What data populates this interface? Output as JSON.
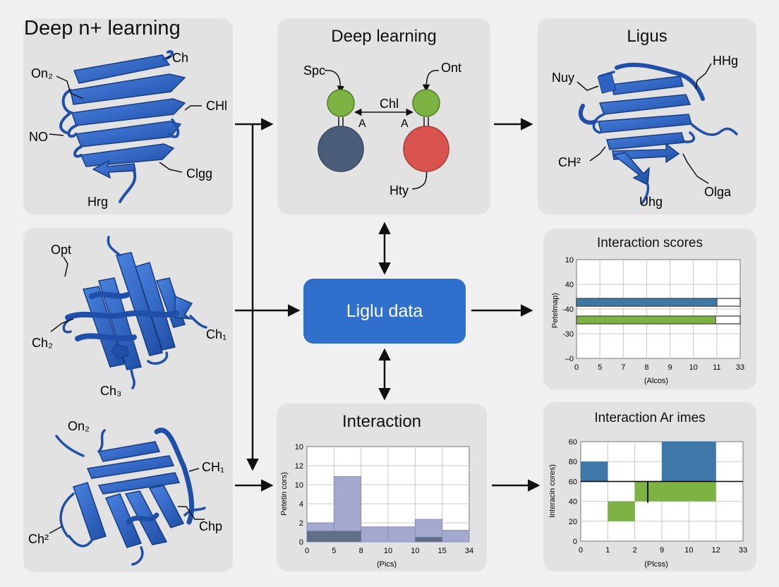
{
  "left_column": {
    "title": "Deep n+ learning",
    "protein1": {
      "labels": [
        "Ch",
        "On₂",
        "CHl",
        "NO",
        "Clgg",
        "Hrg"
      ]
    },
    "protein2": {
      "labels": [
        "Opt",
        "Ch₂",
        "Ch₁",
        "Ch₃"
      ]
    },
    "protein3": {
      "labels": [
        "On₂",
        "CH₁",
        "Chp",
        "Ch²"
      ]
    }
  },
  "deep_learning_panel": {
    "title": "Deep learning",
    "labels": {
      "top_left": "Spc",
      "top_right": "Ont",
      "middle": "Chl",
      "a_left": "A",
      "a_right": "A",
      "bottom": "Hty"
    },
    "colors": {
      "node_green": "#7cb342",
      "node_navy": "#4a5e7a",
      "node_red": "#d9534f"
    }
  },
  "ligus_panel": {
    "title": "Ligus",
    "labels": [
      "Nuy",
      "HHg",
      "CH²",
      "Uhg",
      "Olga"
    ]
  },
  "center": {
    "label": "Liglu data",
    "color": "#2f70cc"
  },
  "interaction_scores": {
    "chart_data": {
      "type": "bar",
      "title": "Interaction scores",
      "ylabel": "Petelmap)",
      "xlabel": "(Alcos)",
      "x_ticks": [
        "0",
        "5",
        "7",
        "8",
        "9",
        "10",
        "11",
        "33"
      ],
      "y_ticks": [
        "10",
        "40",
        "-40",
        "-30",
        "–0"
      ],
      "xlim": [
        0,
        12
      ],
      "series": [
        {
          "color": "#3d78a8",
          "value": 10.3,
          "total": 12
        },
        {
          "color": "#7cb342",
          "value": 10.2,
          "total": 12
        }
      ]
    }
  },
  "interaction_histogram": {
    "chart_data": {
      "type": "bar",
      "title": "Interaction",
      "ylabel": "Petetin cors)",
      "xlabel": "(Pics)",
      "x_ticks": [
        "0",
        "5",
        "8",
        "10",
        "10",
        "15",
        "34"
      ],
      "y_ticks": [
        "10",
        "12",
        "10",
        "4",
        "2",
        "0"
      ],
      "ylim": [
        0,
        14
      ],
      "series": [
        {
          "color": "#a3a8cf",
          "values": [
            2.8,
            9.6,
            2.2,
            2.2,
            3.3,
            1.7
          ]
        },
        {
          "color": "#5d6a82",
          "values": [
            1.6,
            1.6,
            0,
            0,
            0.7,
            0
          ]
        }
      ]
    }
  },
  "interaction_arimes": {
    "chart_data": {
      "type": "bar",
      "title": "Interaction Ar imes",
      "ylabel": "Interacin cores)",
      "xlabel": "(Plcss)",
      "x_ticks": [
        "0",
        "1",
        "2",
        "9",
        "10",
        "12",
        "33"
      ],
      "y_ticks": [
        "60",
        "80",
        "60",
        "40",
        "20",
        "0"
      ],
      "reference_line": 60,
      "ylim": [
        0,
        100
      ],
      "bars": [
        {
          "start": 0,
          "end": 1,
          "top": 80,
          "bottom": 60,
          "color": "#3d78a8"
        },
        {
          "start": 1,
          "end": 2,
          "top": 40,
          "bottom": 20,
          "color": "#7cb342"
        },
        {
          "start": 2,
          "end": 3,
          "top": 60,
          "bottom": 40,
          "color": "#7cb342"
        },
        {
          "start": 3,
          "end": 5,
          "top": 60,
          "bottom": 40,
          "color": "#7cb342"
        },
        {
          "start": 3,
          "end": 5,
          "top": 100,
          "bottom": 60,
          "color": "#3d78a8"
        }
      ]
    }
  }
}
